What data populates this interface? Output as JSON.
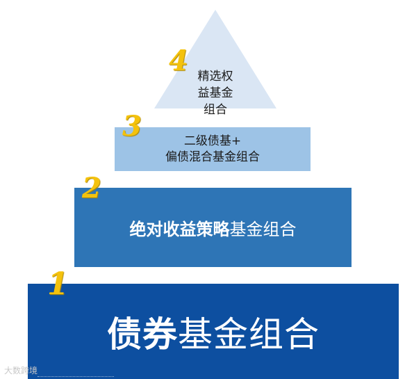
{
  "tiers": [
    {
      "level": "1",
      "text_bold": "债券",
      "text_regular": "基金组合"
    },
    {
      "level": "2",
      "text_bold": "绝对收益策略",
      "text_regular": "基金组合"
    },
    {
      "level": "3",
      "lines": [
        "二级债基+",
        "偏债混合基金组合"
      ]
    },
    {
      "level": "4",
      "lines": [
        "精选权",
        "益基金",
        "组合"
      ]
    }
  ],
  "colors": {
    "tier1": "#0d4fa0",
    "tier2": "#2e75b6",
    "tier3": "#9dc3e6",
    "tier4": "#dae6f4",
    "number": "#f4c20d"
  },
  "watermark": "大数跨境"
}
